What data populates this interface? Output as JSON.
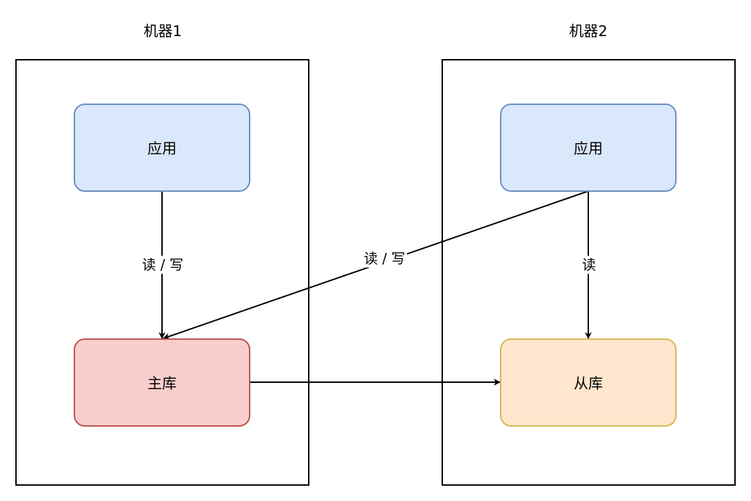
{
  "machines": [
    {
      "title": "机器1"
    },
    {
      "title": "机器2"
    }
  ],
  "nodes": {
    "app1": "应用",
    "app2": "应用",
    "master": "主库",
    "slave": "从库"
  },
  "edges": {
    "app1_to_master": "读 / 写",
    "app2_to_master": "读 / 写",
    "app2_to_slave": "读",
    "master_to_slave": ""
  },
  "colors": {
    "app_fill": "#dae8fc",
    "app_stroke": "#6c8ebf",
    "master_fill": "#f8cecc",
    "master_stroke": "#b85450",
    "slave_fill": "#ffe6cc",
    "slave_stroke": "#d6b656"
  }
}
